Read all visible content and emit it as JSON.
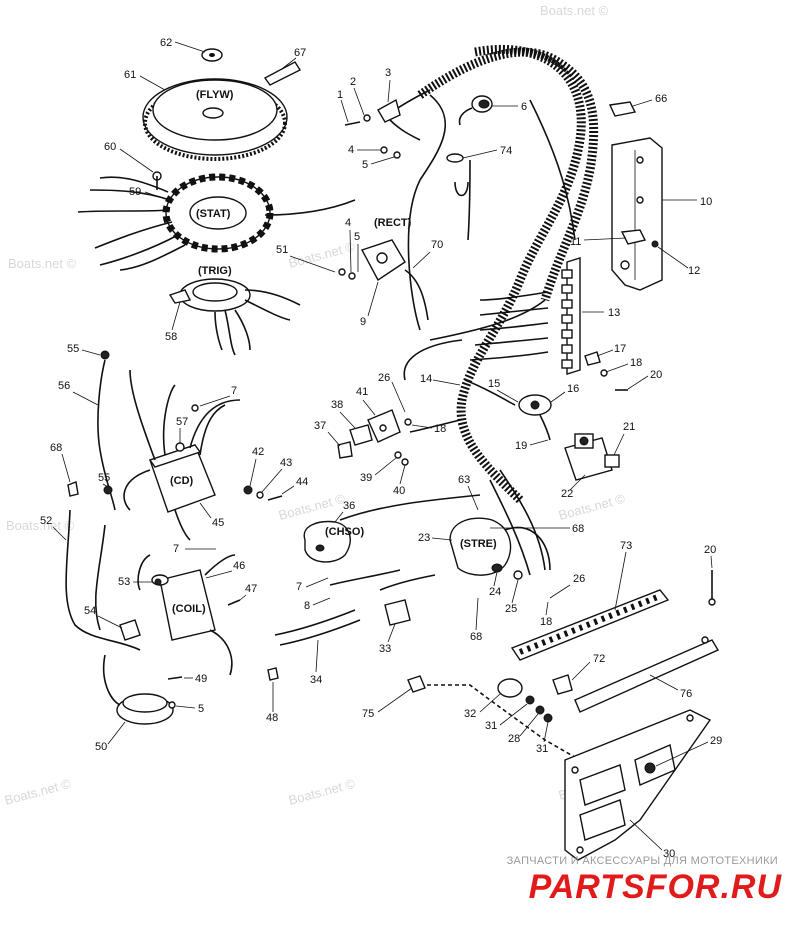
{
  "watermark": "Boats.net ©",
  "component_tags": {
    "flyw": "(FLYW)",
    "stat": "(STAT)",
    "trig": "(TRIG)",
    "rect": "(RECT)",
    "cd": "(CD)",
    "coil": "(COIL)",
    "chso": "(CHSO)",
    "stre": "(STRE)"
  },
  "callouts": {
    "n62": "62",
    "n67": "67",
    "n61": "61",
    "n60": "60",
    "n59": "59",
    "n1": "1",
    "n2": "2",
    "n3": "3",
    "n4a": "4",
    "n4b": "4",
    "n5a": "5",
    "n5b": "5",
    "n6": "6",
    "n74": "74",
    "n66": "66",
    "n10": "10",
    "n11": "11",
    "n12": "12",
    "n51": "51",
    "n70": "70",
    "n9": "9",
    "n58": "58",
    "n13": "13",
    "n17": "17",
    "n18a": "18",
    "n18b": "18",
    "n18c": "18",
    "n20a": "20",
    "n20b": "20",
    "n55a": "55",
    "n55b": "55",
    "n56": "56",
    "n7a": "7",
    "n7b": "7",
    "n7c": "7",
    "n14": "14",
    "n15": "15",
    "n16": "16",
    "n26a": "26",
    "n26b": "26",
    "n41": "41",
    "n38": "38",
    "n37": "37",
    "n19": "19",
    "n21": "21",
    "n22": "22",
    "n57": "57",
    "n68a": "68",
    "n68b": "68",
    "n68c": "68",
    "n42": "42",
    "n43": "43",
    "n44": "44",
    "n39": "39",
    "n40": "40",
    "n45": "45",
    "n63": "63",
    "n36": "36",
    "n52": "52",
    "n23": "23",
    "n53": "53",
    "n46": "46",
    "n47": "47",
    "n8": "8",
    "n24": "24",
    "n25": "25",
    "n73": "73",
    "n54": "54",
    "n33": "33",
    "n34": "34",
    "n49": "49",
    "n72": "72",
    "n76": "76",
    "n50": "50",
    "n48": "48",
    "n75": "75",
    "n32": "32",
    "n31a": "31",
    "n31b": "31",
    "n28": "28",
    "n29": "29",
    "n30": "30"
  },
  "footer": {
    "small": "ЗАПЧАСТИ И АКСЕССУАРЫ ДЛЯ МОТОТЕХНИКИ",
    "brand": "PARTSFOR.RU"
  }
}
